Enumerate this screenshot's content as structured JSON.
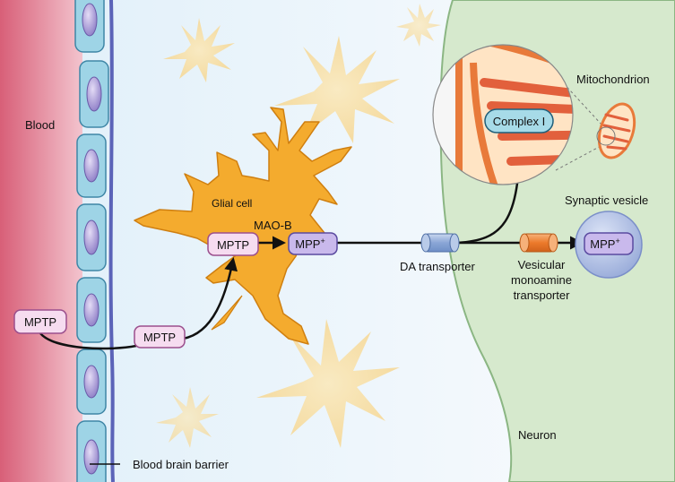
{
  "labels": {
    "blood": "Blood",
    "glial_cell": "Glial cell",
    "mao_b": "MAO-B",
    "da_transporter": "DA transporter",
    "vesicular_line1": "Vesicular",
    "vesicular_line2": "monoamine",
    "vesicular_line3": "transporter",
    "mitochondrion": "Mitochondrion",
    "synaptic_vesicle": "Synaptic vesicle",
    "neuron": "Neuron",
    "blood_brain_barrier": "Blood brain barrier"
  },
  "boxes": {
    "mptp_blood": "MPTP",
    "mptp_brain": "MPTP",
    "mptp_glia": "MPTP",
    "mpp_glia_base": "MPP",
    "mpp_glia_sup": "+",
    "mpp_vesicle_base": "MPP",
    "mpp_vesicle_sup": "+",
    "complex_i": "Complex I"
  },
  "colors": {
    "blood": "#e07c8d",
    "endothelial": "#9ed4e6",
    "nucleus": "#a594d4",
    "glia": "#f4ab2e",
    "neuron_fill": "#d6e9cd",
    "mptp_box": "#f6dcf0",
    "mpp_box": "#c9b9ec",
    "vesicle": "#b4c3e6",
    "da_transporter": "#9eb8dd",
    "vmat": "#ef8a3c"
  }
}
